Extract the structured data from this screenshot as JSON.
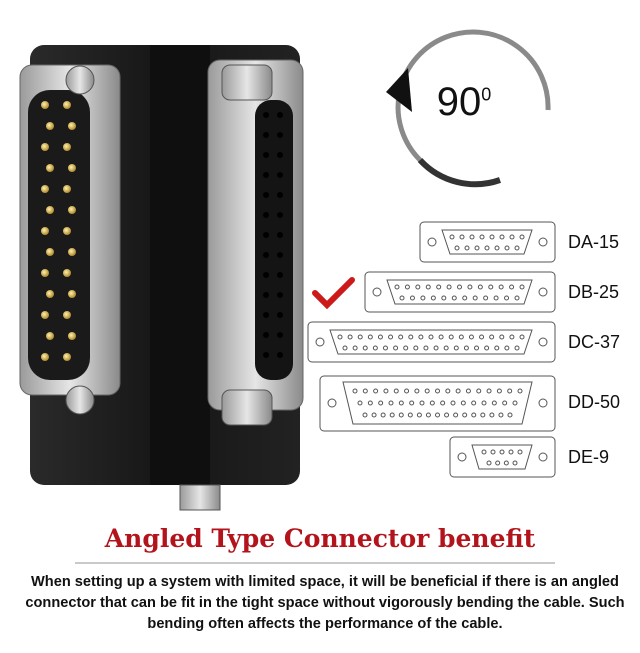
{
  "angle": {
    "value": "90",
    "superscript": "0"
  },
  "connectors": [
    {
      "name": "DA-15"
    },
    {
      "name": "DB-25"
    },
    {
      "name": "DC-37"
    },
    {
      "name": "DD-50"
    },
    {
      "name": "DE-9"
    }
  ],
  "selected_connector": "DB-25",
  "heading": "Angled Type Connector benefit",
  "body": "When setting up a system with limited space, it will be beneficial if there is an angled connector that can be fit in the tight space without vigorously bending the cable. Such bending often affects the performance of the cable.",
  "colors": {
    "heading": "#b3141c",
    "check": "#cc1a1a",
    "connector_body": "#1b1b1b",
    "metal": "#c8c8c8"
  }
}
